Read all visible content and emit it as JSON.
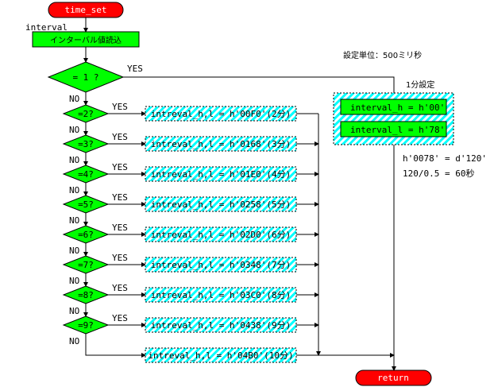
{
  "start": {
    "label": "time_set"
  },
  "end": {
    "label": "return"
  },
  "input_label": "interval",
  "read_step": {
    "label": "インターバル値読込"
  },
  "unit_note": "設定単位：500ミリ秒",
  "first_decision": {
    "label": "= 1 ?",
    "yes": "YES",
    "no": "NO"
  },
  "one_minute_group": {
    "title": "1分設定",
    "steps": [
      "interval_h = h'00'",
      "interval_l = h'78'"
    ],
    "notes": [
      "h'0078' = d'120'",
      "120/0.5 = 60秒"
    ]
  },
  "decisions": [
    {
      "label": "=2?",
      "yes": "YES",
      "no": "NO",
      "action": "intreval_h,l = h'00F0'(2分)"
    },
    {
      "label": "=3?",
      "yes": "YES",
      "no": "NO",
      "action": "intreval_h,l = h'0168'(3分)"
    },
    {
      "label": "=4?",
      "yes": "YES",
      "no": "NO",
      "action": "intreval_h,l = h'01E0'(4分)"
    },
    {
      "label": "=5?",
      "yes": "YES",
      "no": "NO",
      "action": "intreval_h,l = h'0258'(5分)"
    },
    {
      "label": "=6?",
      "yes": "YES",
      "no": "NO",
      "action": "intreval_h,l = h'02D0'(6分)"
    },
    {
      "label": "=7?",
      "yes": "YES",
      "no": "NO",
      "action": "intreval_h,l = h'0348'(7分)"
    },
    {
      "label": "=8?",
      "yes": "YES",
      "no": "NO",
      "action": "intreval_h,l = h'03C0'(8分)"
    },
    {
      "label": "=9?",
      "yes": "YES",
      "no": "NO",
      "action": "intreval_h,l = h'0438'(9分)"
    }
  ],
  "default_action": "intreval_h,l = h'04B0'(10分)",
  "colors": {
    "terminal": "#ff0000",
    "process": "#00ff00",
    "hatch": "#00ffff",
    "line": "#000000"
  }
}
